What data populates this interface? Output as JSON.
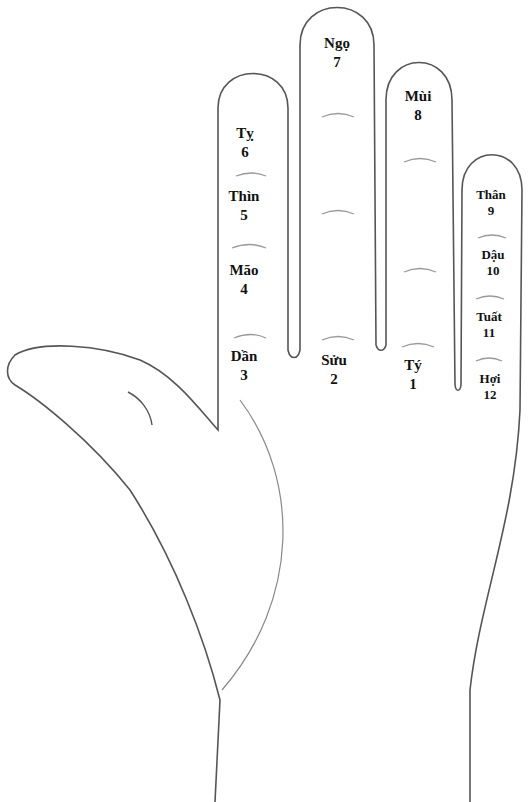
{
  "diagram": {
    "labels": [
      "Ngọ",
      "7",
      "Mùi",
      "8",
      "Tỵ",
      "6",
      "Thân",
      "9",
      "Thìn",
      "5",
      "Dậu",
      "10",
      "Mão",
      "4",
      "Tuất",
      "11",
      "Dần",
      "3",
      "Sửu",
      "2",
      "Tý",
      "1",
      "Hợi",
      "12"
    ]
  }
}
